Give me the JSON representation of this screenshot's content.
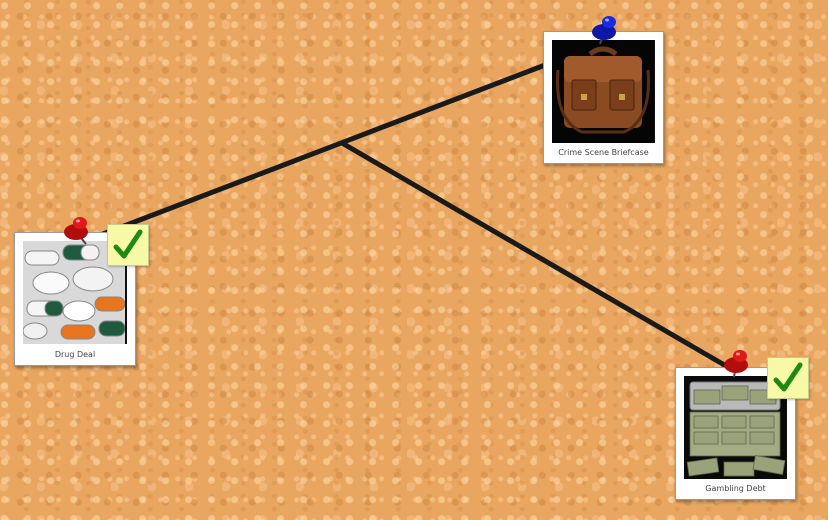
{
  "board": {
    "evidence": [
      {
        "id": "drug-deal",
        "caption": "Drug Deal",
        "pin_color": "#e01818",
        "checked": true,
        "photo_icon": "pills-icon"
      },
      {
        "id": "briefcase",
        "caption": "Crime Scene Briefcase",
        "pin_color": "#1a2ae0",
        "checked": false,
        "photo_icon": "briefcase-icon"
      },
      {
        "id": "gambling-debt",
        "caption": "Gambling Debt",
        "pin_color": "#e01818",
        "checked": true,
        "photo_icon": "money-case-icon"
      }
    ],
    "connections": [
      {
        "from": "drug-deal",
        "to": "briefcase"
      },
      {
        "from": "junction",
        "to": "gambling-debt"
      }
    ],
    "check_mark": "✓",
    "check_color": "#1f8a12",
    "note_color": "#f7f9a6",
    "string_color": "#1a1a1a"
  }
}
